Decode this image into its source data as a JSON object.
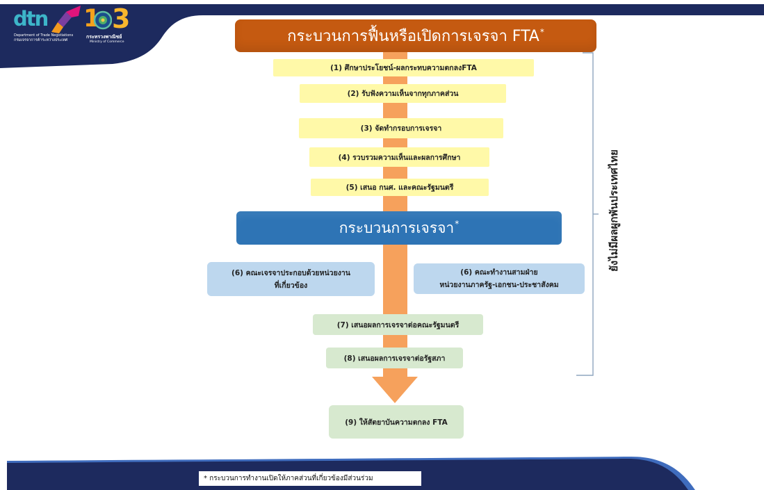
{
  "header": {
    "dtn_logo": {
      "mark": "dtn",
      "name_en": "Department of Trade Negotiations",
      "name_th": "กรมเจรจาการค้าระหว่างประเทศ"
    },
    "ministry_logo": {
      "digits": [
        "1",
        "0",
        "3"
      ],
      "name_th": "กระทรวงพาณิชย์",
      "name_en": "Ministry of Commerce"
    }
  },
  "title": {
    "text": "กระบวนการฟื้นหรือเปิดการเจรจา FTA",
    "marker": "*"
  },
  "preparation_steps": [
    "(1) ศึกษาประโยชน์-ผลกระทบความตกลงFTA",
    "(2) รับฟังความเห็นจากทุกภาคส่วน",
    "(3) จัดทำกรอบการเจรจา",
    "(4) รวบรวมความเห็นและผลการศึกษา",
    "(5) เสนอ กนศ. และคณะรัฐมนตรี"
  ],
  "negotiation": {
    "title": "กระบวนการเจรจา",
    "marker": "*",
    "teams": [
      {
        "lines": [
          "(6) คณะเจรจาประกอบด้วยหน่วยงาน",
          "ที่เกี่ยวข้อง"
        ]
      },
      {
        "lines": [
          "(6) คณะทำงานสามฝ่าย",
          "หน่วยงานภาครัฐ-เอกชน-ประชาสังคม"
        ]
      }
    ]
  },
  "post_negotiation_steps": [
    "(7) เสนอผลการเจรจาต่อคณะรัฐมนตรี",
    "(8) เสนอผลการเจรจาต่อรัฐสภา",
    "(9) ให้สัตยาบันความตกลง FTA"
  ],
  "bracket_label": "ยังไม่มีผลผูกพันประเทศไทย",
  "footnote": "* กระบวนการทำงานเปิดให้ภาคส่วนที่เกี่ยวข้องมีส่วนร่วม",
  "colors": {
    "banner_navy": "#1d2a5e",
    "title_box": "#c55a11",
    "flow_arrow": "#f6a15c",
    "preparation_box": "#fff9a8",
    "negotiation_box": "#2e74b5",
    "team_box": "#bdd7ee",
    "post_negotiation_box": "#d7e9cf",
    "bracket_line": "#8ea6bf"
  }
}
